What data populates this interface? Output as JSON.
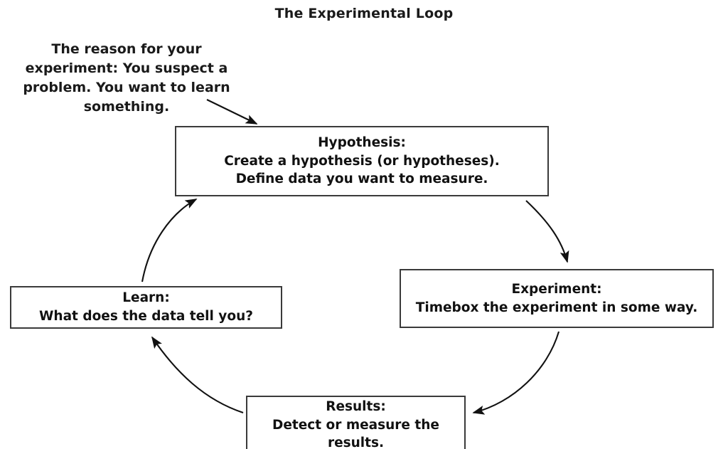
{
  "diagram": {
    "title": "The Experimental Loop",
    "type": "cycle-flowchart",
    "annotation": {
      "name": "reason-note",
      "lines": [
        "The reason for your experiment:",
        "You suspect a problem.",
        "You want to learn something."
      ]
    },
    "nodes": [
      {
        "id": "hypothesis",
        "title": "Hypothesis:",
        "lines": [
          "Create a hypothesis (or hypotheses).",
          "Define data you want to measure."
        ]
      },
      {
        "id": "experiment",
        "title": "Experiment:",
        "lines": [
          "Timebox the experiment in some way."
        ]
      },
      {
        "id": "results",
        "title": "Results:",
        "lines": [
          "Detect or measure the results."
        ]
      },
      {
        "id": "learn",
        "title": "Learn:",
        "lines": [
          "What does the data tell you?"
        ]
      }
    ],
    "edges": [
      {
        "id": "note-to-hypothesis",
        "from": "reason-note",
        "to": "hypothesis",
        "style": "straight-arrow"
      },
      {
        "id": "hypothesis-to-experiment",
        "from": "hypothesis",
        "to": "experiment",
        "style": "curved-arrow"
      },
      {
        "id": "experiment-to-results",
        "from": "experiment",
        "to": "results",
        "style": "curved-arrow"
      },
      {
        "id": "results-to-learn",
        "from": "results",
        "to": "learn",
        "style": "curved-arrow"
      },
      {
        "id": "learn-to-hypothesis",
        "from": "learn",
        "to": "hypothesis",
        "style": "curved-arrow"
      }
    ],
    "colors": {
      "background": "#ffffff",
      "stroke": "#3a3a3a",
      "text": "#111111",
      "arrow": "#111111"
    }
  }
}
